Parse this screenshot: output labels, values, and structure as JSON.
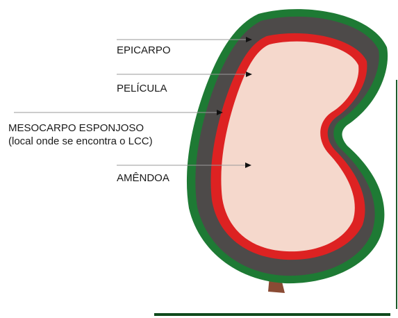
{
  "labels": {
    "epicarp": "EPICARPO",
    "pellicle": "PELÍCULA",
    "mesocarp_line1": "MESOCARPO ESPONJOSO",
    "mesocarp_line2": "(local onde se encontra o LCC)",
    "kernel": "AMÊNDOA"
  },
  "colors": {
    "epicarp": "#1e7a34",
    "mesocarp": "#4d4a49",
    "pellicle": "#dd2222",
    "kernel": "#f5d8cc",
    "stem": "#8a4b34",
    "leader_line": "#9a9a9a",
    "arrow": "#111111",
    "ground_line": "#0f4a1c",
    "side_line": "#1e5a2a"
  }
}
